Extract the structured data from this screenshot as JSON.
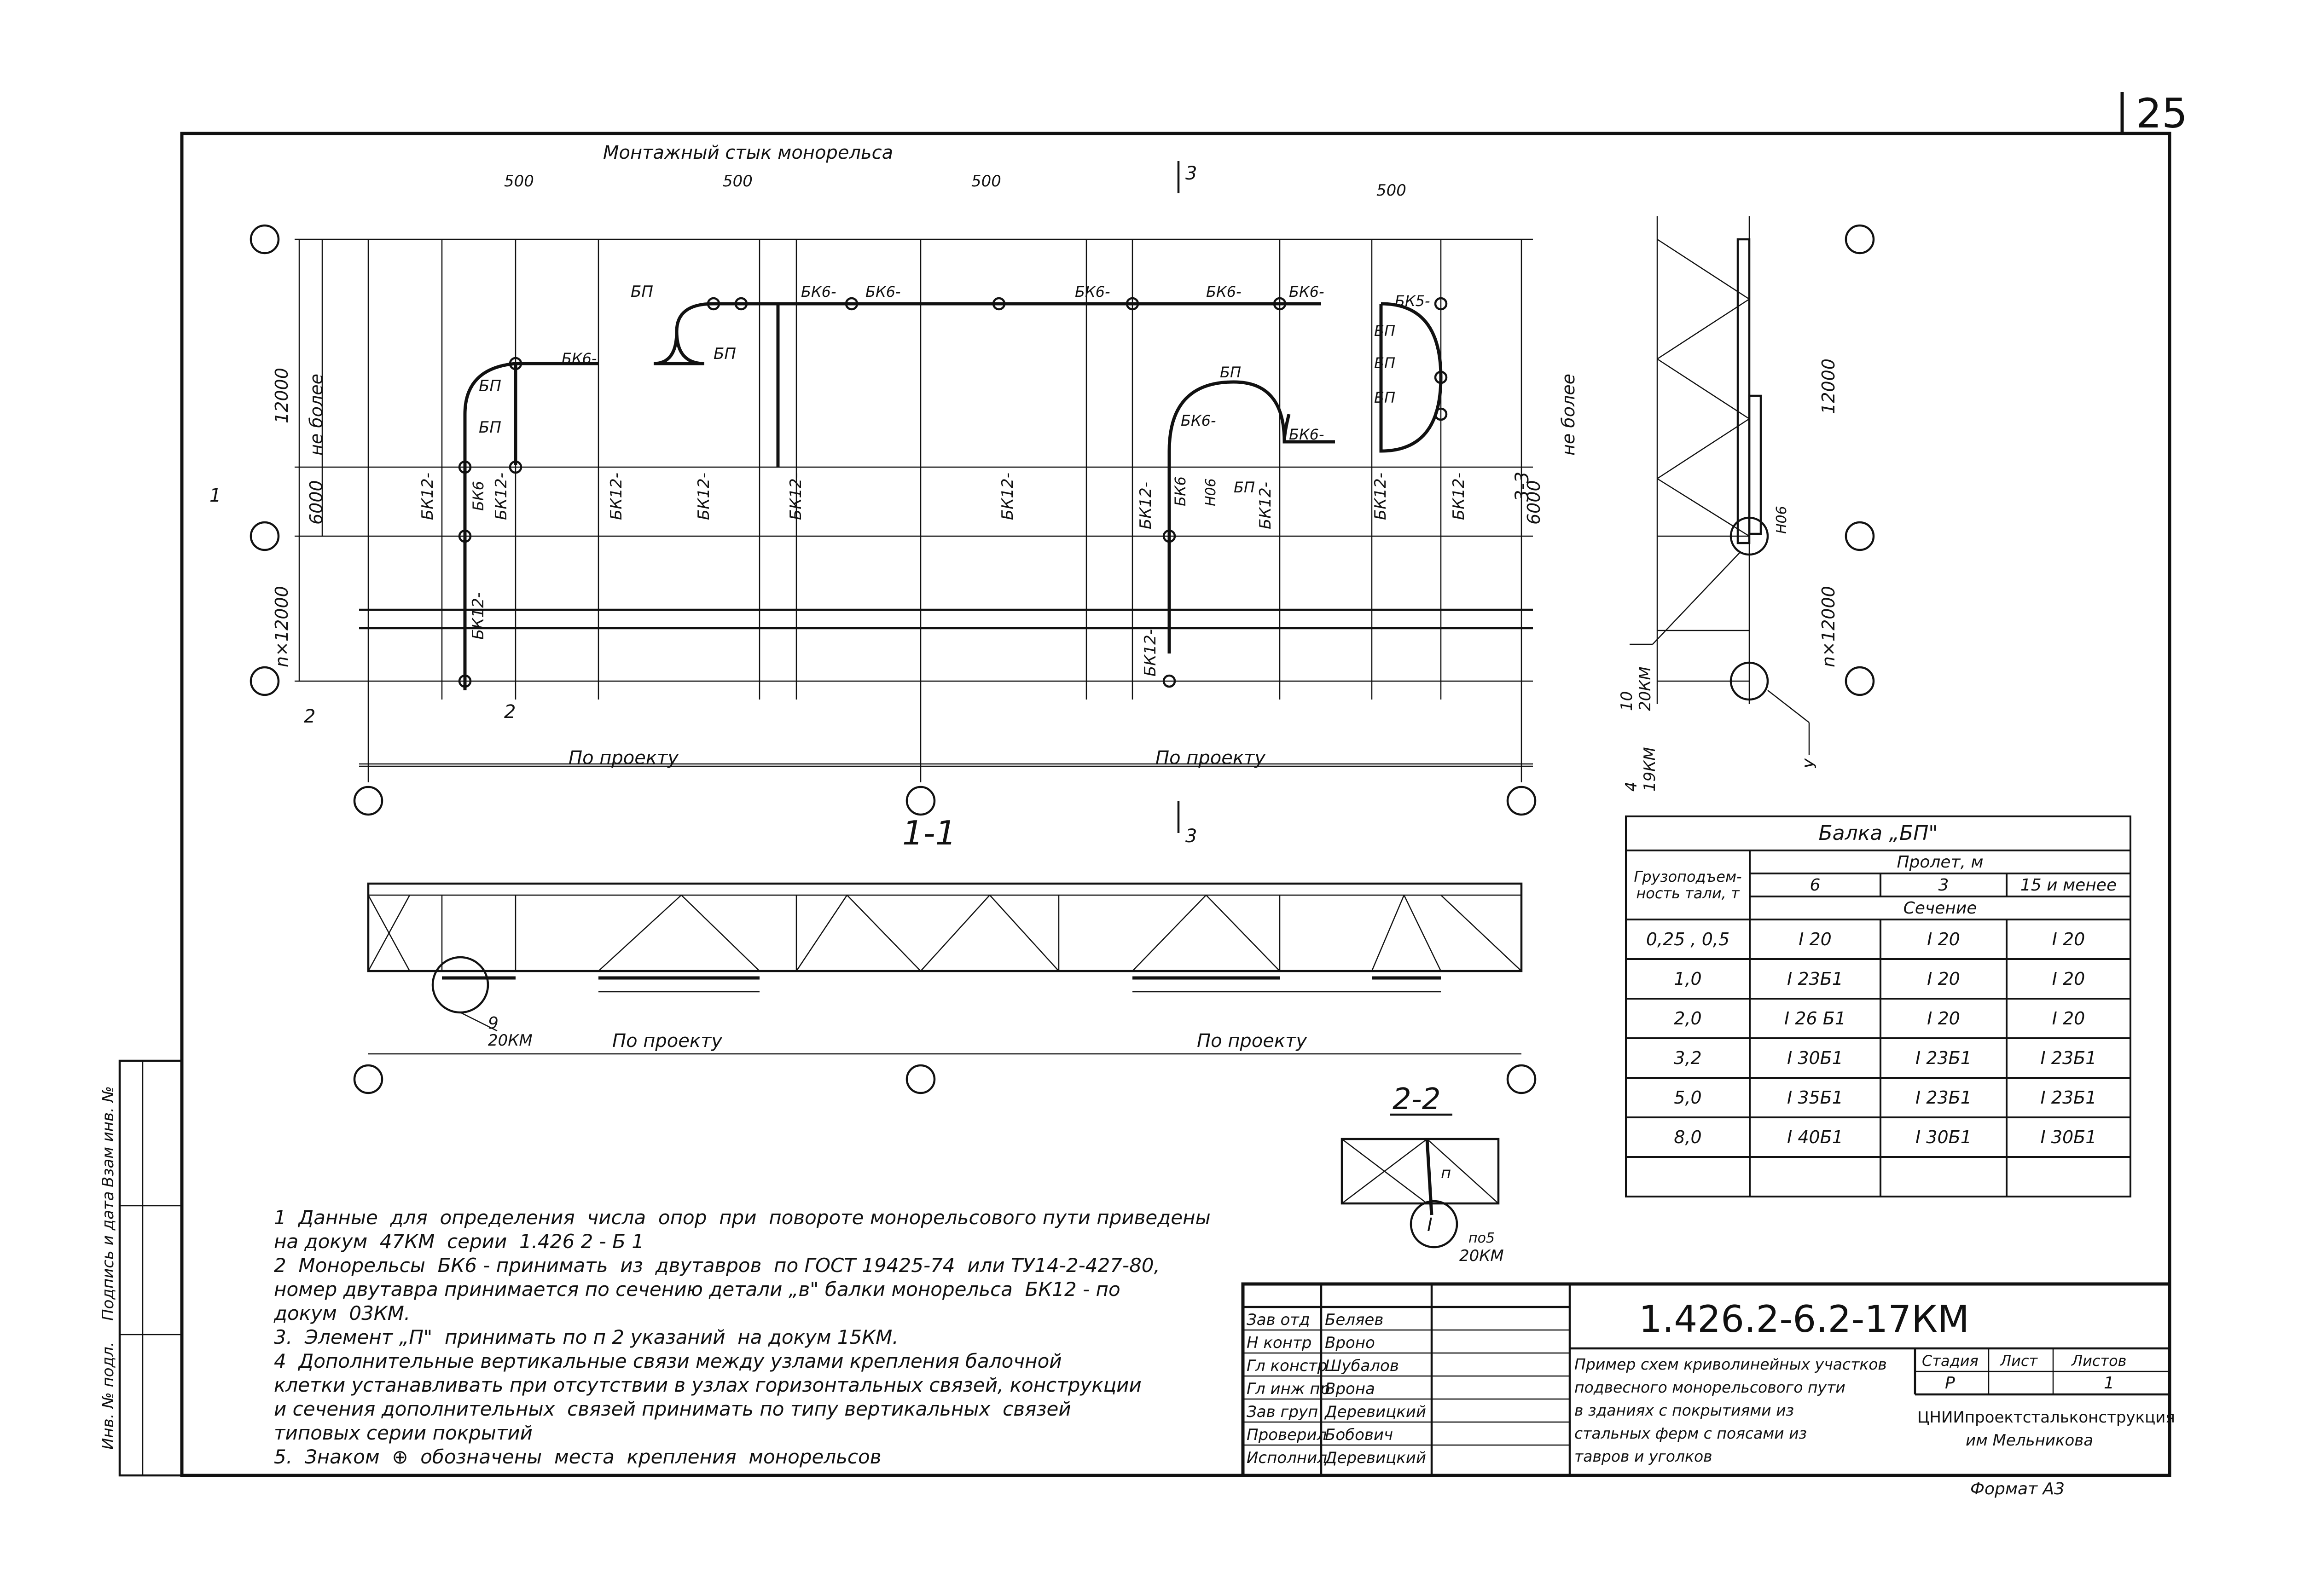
{
  "sheet": {
    "page_number": "25",
    "format_label": "Формат А3"
  },
  "drawing": {
    "montage_joint_label": "Монтажный стык монорельса",
    "dim_500": "500",
    "dim_12000": "12000",
    "dim_6000": "6000",
    "dim_n12000": "n×12000",
    "ne_bolee": "не более",
    "po_proektu": "По проекту",
    "section_1_1": "1-1",
    "section_2_2": "2-2",
    "section_3_3": "3-3",
    "mark_1": "1",
    "mark_2": "2",
    "mark_3": "3",
    "labels": {
      "bp": "БП",
      "bk6": "БК6-",
      "bk12": "БК12-",
      "bk6_short": "БК6",
      "bk5": "БК5-",
      "h06": "Н06"
    },
    "callouts": {
      "c9": "9",
      "c9_doc": "20КМ",
      "c10": "10",
      "c10_doc": "20КМ",
      "c4": "4",
      "c4_doc": "19КМ",
      "c_y": "У",
      "c_n": "п",
      "c_i": "I",
      "c_po5": "по5",
      "c_22_doc": "20КМ"
    }
  },
  "table_bp": {
    "title": "Балка „БП\"",
    "header_capacity": "Грузоподъем-ность тали, т",
    "header_span": "Пролет, м",
    "spans": [
      "6",
      "3",
      "15 и менее"
    ],
    "header_section": "Сечение",
    "rows": [
      {
        "capacity": "0,25 , 0,5",
        "s6": "I 20",
        "s3": "I 20",
        "s15": "I 20"
      },
      {
        "capacity": "1,0",
        "s6": "I 23Б1",
        "s3": "I 20",
        "s15": "I 20"
      },
      {
        "capacity": "2,0",
        "s6": "I 26 Б1",
        "s3": "I 20",
        "s15": "I 20"
      },
      {
        "capacity": "3,2",
        "s6": "I 30Б1",
        "s3": "I 23Б1",
        "s15": "I 23Б1"
      },
      {
        "capacity": "5,0",
        "s6": "I 35Б1",
        "s3": "I 23Б1",
        "s15": "I 23Б1"
      },
      {
        "capacity": "8,0",
        "s6": "I 40Б1",
        "s3": "I 30Б1",
        "s15": "I 30Б1"
      }
    ]
  },
  "notes": [
    "1  Данные  для  определения  числа  опор  при  повороте монорельсового пути приведены",
    "на докум  47КМ  серии  1.426 2 - Б 1",
    "2  Монорельсы  БК6 - принимать  из  двутавров  по ГОСТ 19425-74  или ТУ14-2-427-80,",
    "номер двутавра принимается по сечению детали „в\" балки монорельса  БК12 - по",
    "докум  03КМ.",
    "3.  Элемент „П\"  принимать по п 2 указаний  на докум 15КМ.",
    "4  Дополнительные вертикальные связи между узлами крепления балочной",
    "клетки устанавливать при отсутствии в узлах горизонтальных связей, конструкции",
    "и сечения дополнительных  связей принимать по типу вертикальных  связей",
    "типовых серии покрытий",
    "5.  Знаком  ⊕  обозначены  места  крепления  монорельсов"
  ],
  "side_stamp": {
    "inv_podl": "Инв. № подл.",
    "podpis": "Подпись и дата",
    "vzam": "Взам инв. №"
  },
  "title_block": {
    "code": "1.426.2-6.2-17КМ",
    "roles": [
      {
        "role": "Зав отд",
        "name": "Беляев"
      },
      {
        "role": "Н контр",
        "name": "Вронo"
      },
      {
        "role": "Гл констр",
        "name": "Шубалов"
      },
      {
        "role": "Гл инж пр",
        "name": "Врона"
      },
      {
        "role": "Зав груп",
        "name": "Деревицкий"
      },
      {
        "role": "Проверил",
        "name": "Бобович"
      },
      {
        "role": "Исполнил",
        "name": "Деревицкий"
      }
    ],
    "description": [
      "Пример схем криволинейных участков",
      "подвесного монорельсового пути",
      "в зданиях с покрытиями из",
      "стальных ферм с поясами из",
      "тавров и уголков"
    ],
    "stage_label": "Стадия",
    "sheet_label": "Лист",
    "sheets_label": "Листов",
    "stage_value": "Р",
    "sheet_value": "",
    "sheets_value": "1",
    "org_line1": "ЦНИИпроектстальконструкция",
    "org_line2": "им Мельникова"
  }
}
